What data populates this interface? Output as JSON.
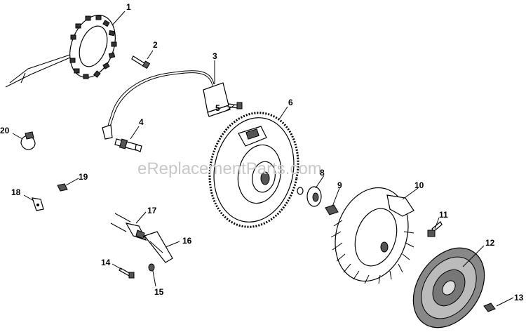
{
  "watermark": "eReplacementParts.com",
  "callouts": [
    "1",
    "2",
    "3",
    "4",
    "5",
    "6",
    "8",
    "9",
    "10",
    "11",
    "12",
    "13",
    "14",
    "15",
    "16",
    "17",
    "18",
    "19",
    "20"
  ]
}
